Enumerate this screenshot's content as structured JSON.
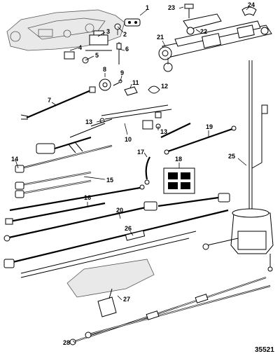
{
  "figure_number": "35521",
  "callouts": [
    "1",
    "2",
    "3",
    "4",
    "5",
    "6",
    "7",
    "8",
    "9",
    "10",
    "11",
    "12",
    "13",
    "13",
    "14",
    "15",
    "16",
    "17",
    "18",
    "19",
    "20",
    "21",
    "22",
    "23",
    "24",
    "25",
    "26",
    "27",
    "28"
  ]
}
